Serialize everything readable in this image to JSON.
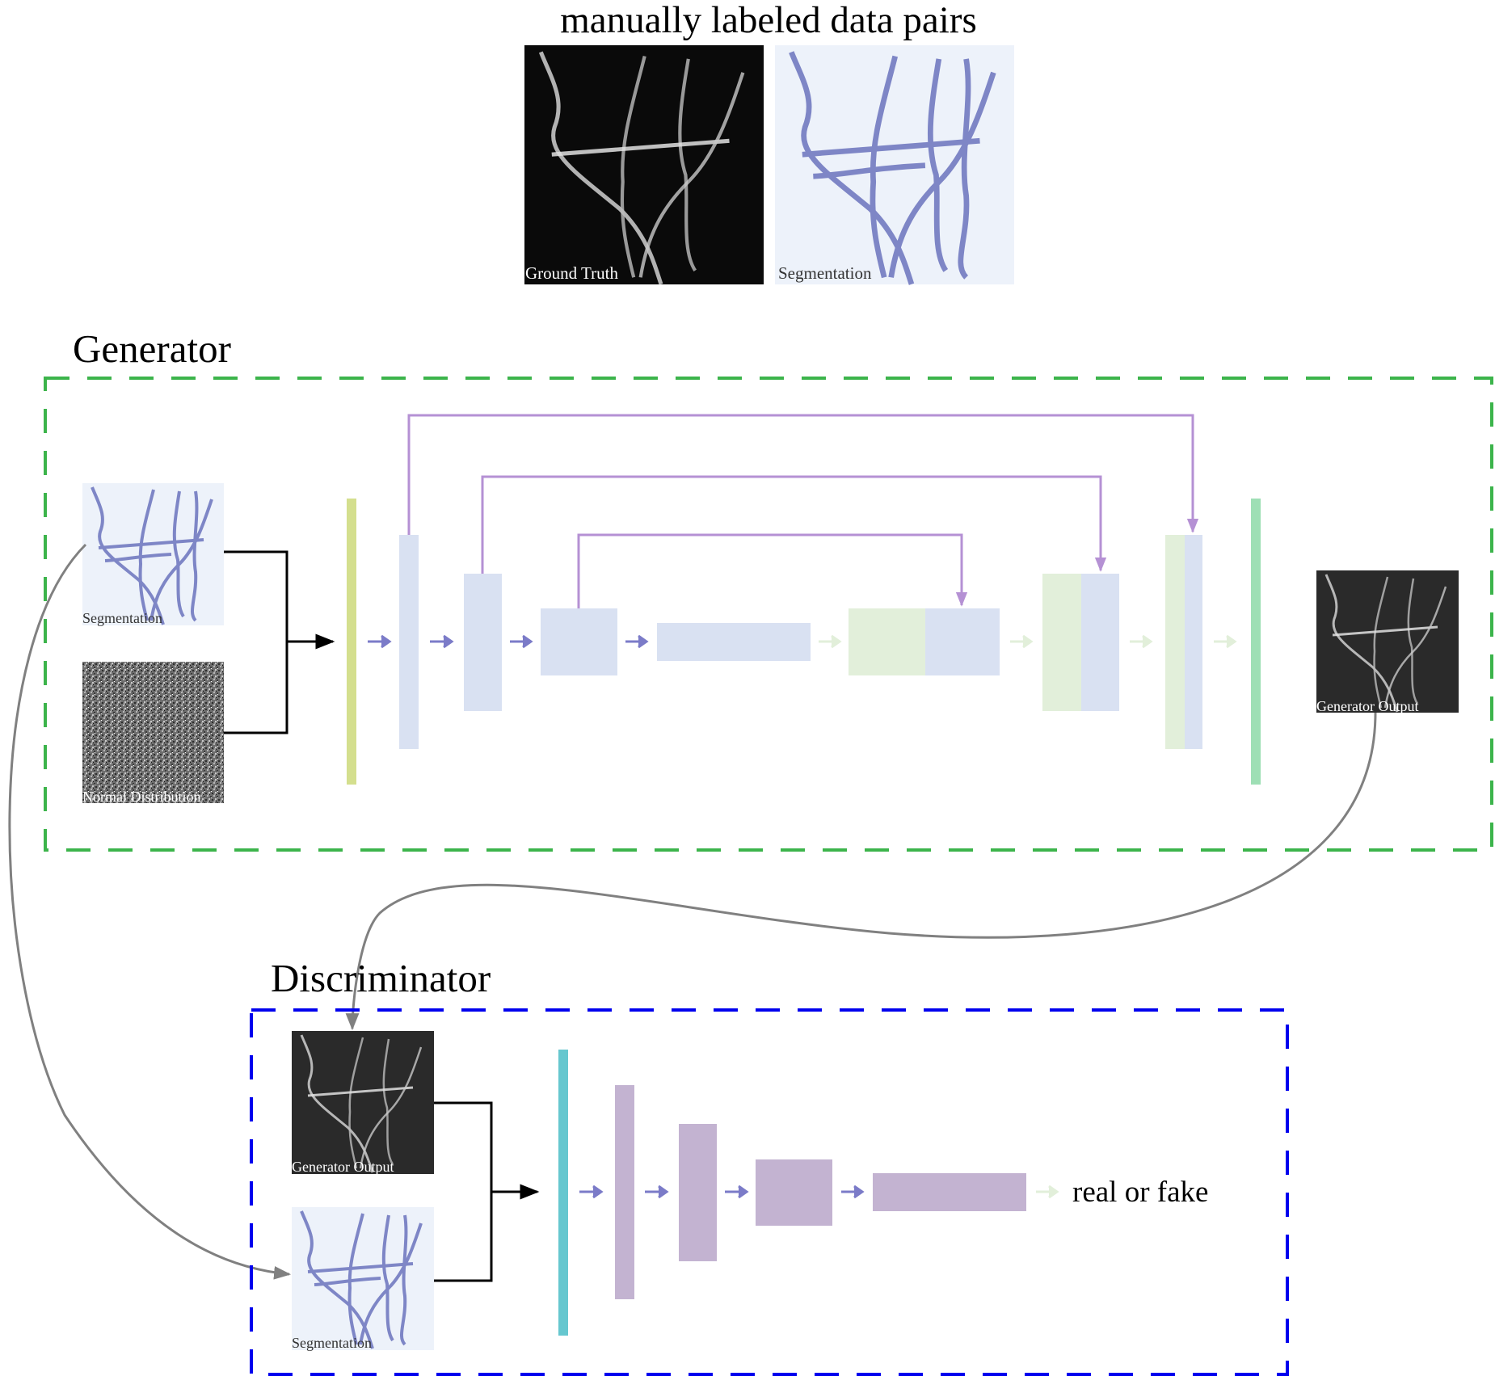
{
  "top": {
    "title": "manually labeled data pairs",
    "images": [
      {
        "caption": "Ground Truth"
      },
      {
        "caption": "Segmentation"
      }
    ]
  },
  "generator": {
    "title": "Generator",
    "inputs": [
      {
        "caption": "Segmentation"
      },
      {
        "caption": "Normal Distribution"
      }
    ],
    "output": {
      "caption": "Generator Output"
    },
    "colors": {
      "frame": "#3cb44b",
      "input_layer": "#d4df8e",
      "encoder": "#d9e1f2",
      "decoder_concat": "#e2efda",
      "output_layer": "#9edfb5",
      "skip": "#b591d4",
      "arrow": "#7b7bc8",
      "arrow_faint": "#e2efda"
    }
  },
  "discriminator": {
    "title": "Discriminator",
    "inputs": [
      {
        "caption": "Generator Output"
      },
      {
        "caption": "Segmentation"
      }
    ],
    "output_label": "real or fake",
    "colors": {
      "frame": "#0000ee",
      "input_layer": "#66c7cf",
      "layers": "#c3b3d1"
    }
  }
}
